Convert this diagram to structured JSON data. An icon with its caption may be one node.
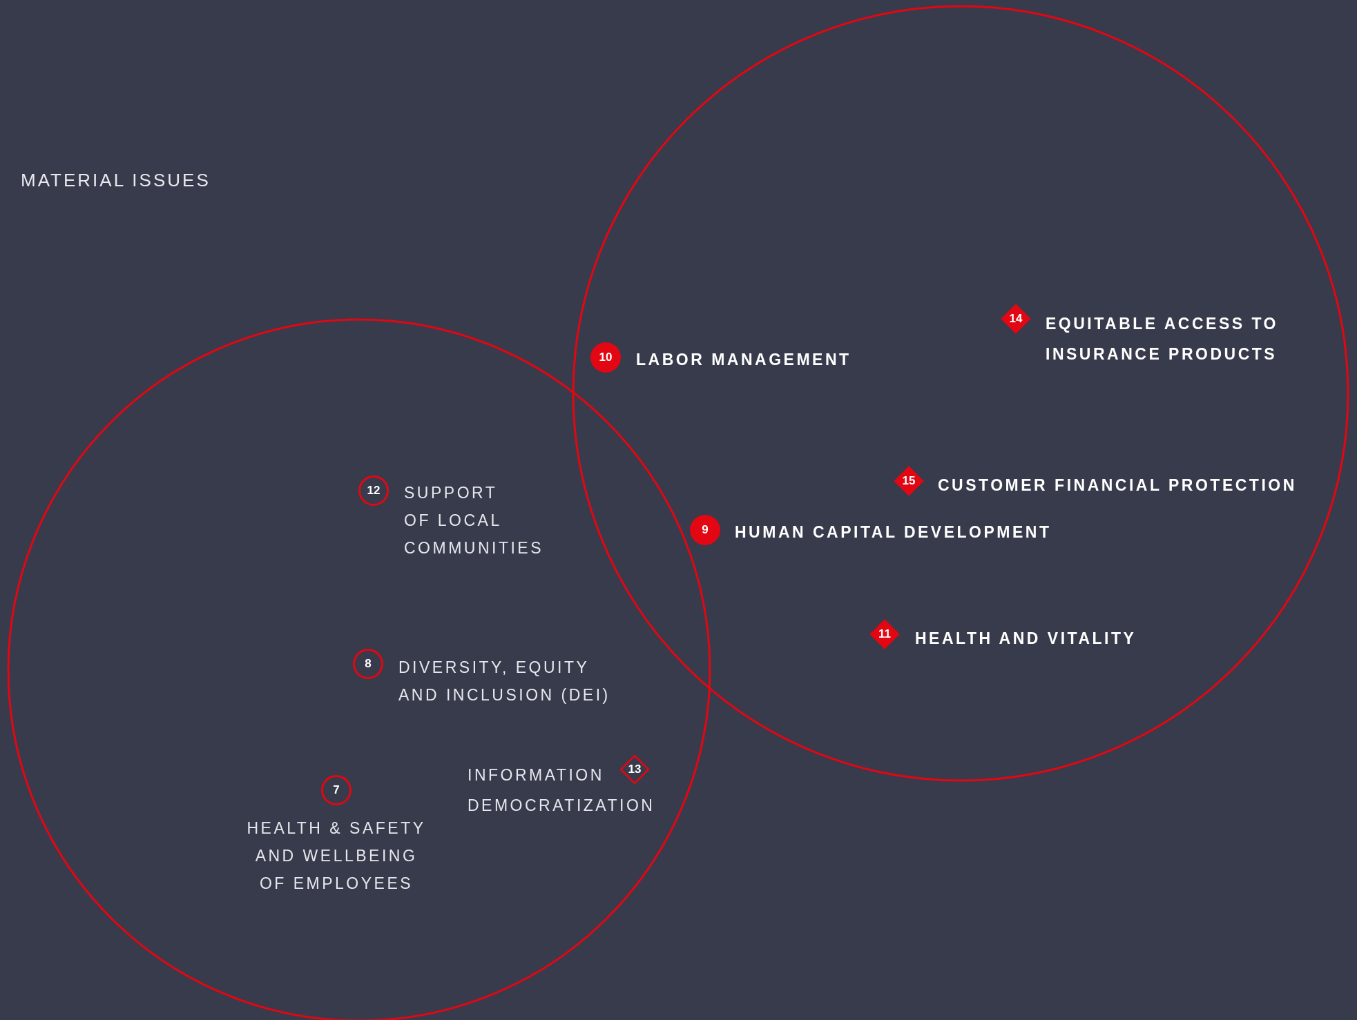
{
  "diagram": {
    "title": "MATERIAL ISSUES",
    "nodes": [
      {
        "text": [],
        "shape": "circle"
      },
      {
        "text": [],
        "shape": "circle"
      },
      {
        "text": [
          "14"
        ],
        "beside": [
          "EQUITABLE ACCESS TO INSURANCE PRODUCTS"
        ],
        "in": 1
      },
      {
        "text": [
          "10"
        ],
        "beside": [
          "LABOR MANAGEMENT"
        ],
        "in": 1
      },
      {
        "text": [
          "15"
        ],
        "beside": [
          "CUSTOMER FINANCIAL PROTECTION"
        ],
        "in": 1
      },
      {
        "text": [
          "12"
        ],
        "beside": [
          "SUPPORT OF LOCAL COMMUNITIES"
        ],
        "in": 0
      },
      {
        "text": [
          "9"
        ],
        "beside": [
          "HUMAN CAPITAL DEVELOPMENT"
        ],
        "in": 1
      },
      {
        "text": [
          "11"
        ],
        "beside": [
          "HEALTH AND VITALITY"
        ],
        "in": 1
      },
      {
        "text": [
          "8"
        ],
        "beside": [
          "DIVERSITY, EQUITY AND INCLUSION (DEI)"
        ],
        "in": 0
      },
      {
        "text": [
          "13"
        ],
        "beside": [
          "INFORMATION DEMOCRATIZATION"
        ],
        "in": 0
      },
      {
        "text": [
          "7"
        ],
        "beside": [
          "HEALTH & SAFETY AND WELLBEING OF EMPLOYEES"
        ],
        "in": 0
      }
    ]
  }
}
